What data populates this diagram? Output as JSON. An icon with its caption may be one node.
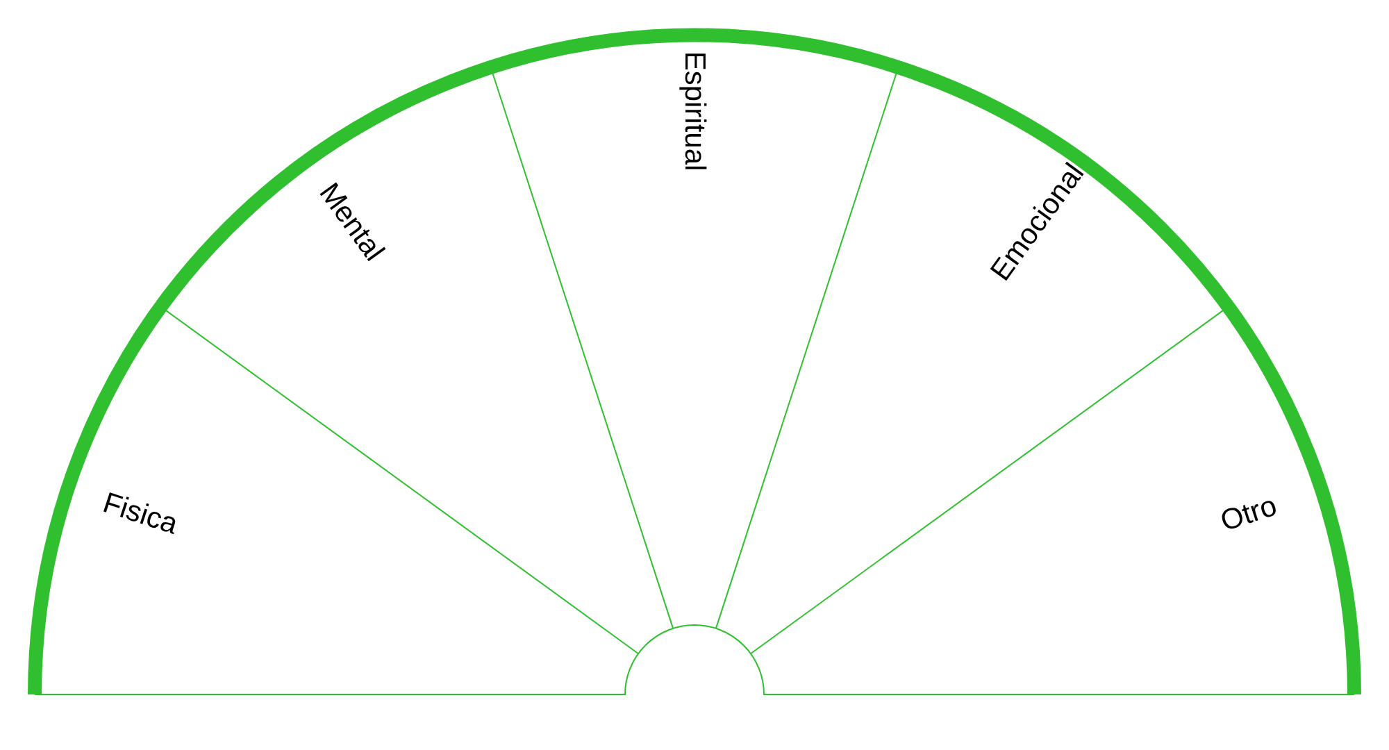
{
  "diagram": {
    "nodes": [
      {
        "text": [
          "Fisica"
        ]
      },
      {
        "text": [
          "Mental"
        ]
      },
      {
        "text": [
          "Espiritual"
        ]
      },
      {
        "text": [
          "Emocional"
        ]
      },
      {
        "text": [
          "Otro"
        ]
      }
    ],
    "edges": []
  }
}
